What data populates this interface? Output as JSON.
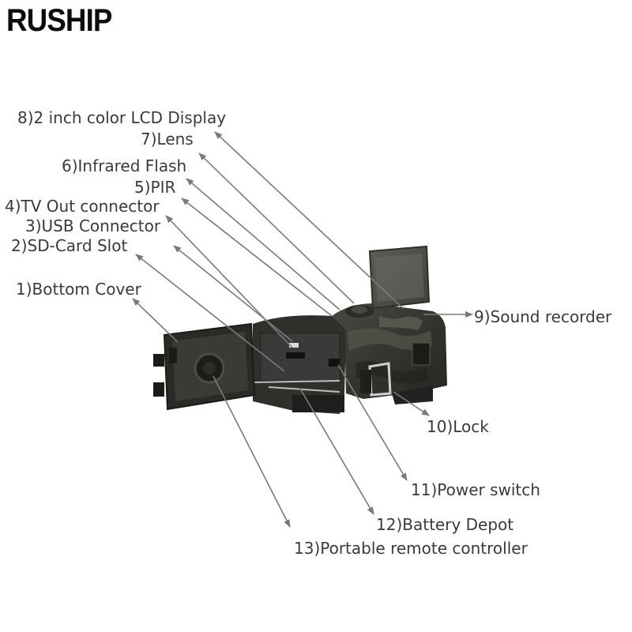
{
  "brand": "RUSHIP",
  "labels": {
    "l8": "8)2 inch color LCD Display",
    "l7": "7)Lens",
    "l6": "6)Infrared Flash",
    "l5": "5)PIR",
    "l4": "4)TV Out connector",
    "l3": "3)USB Connector",
    "l2": "2)SD-Card Slot",
    "l1": "1)Bottom Cover",
    "l9": "9)Sound recorder",
    "l10": "10)Lock",
    "l11": "11)Power switch",
    "l12": "12)Battery Depot",
    "l13": "13)Portable remote controller"
  }
}
